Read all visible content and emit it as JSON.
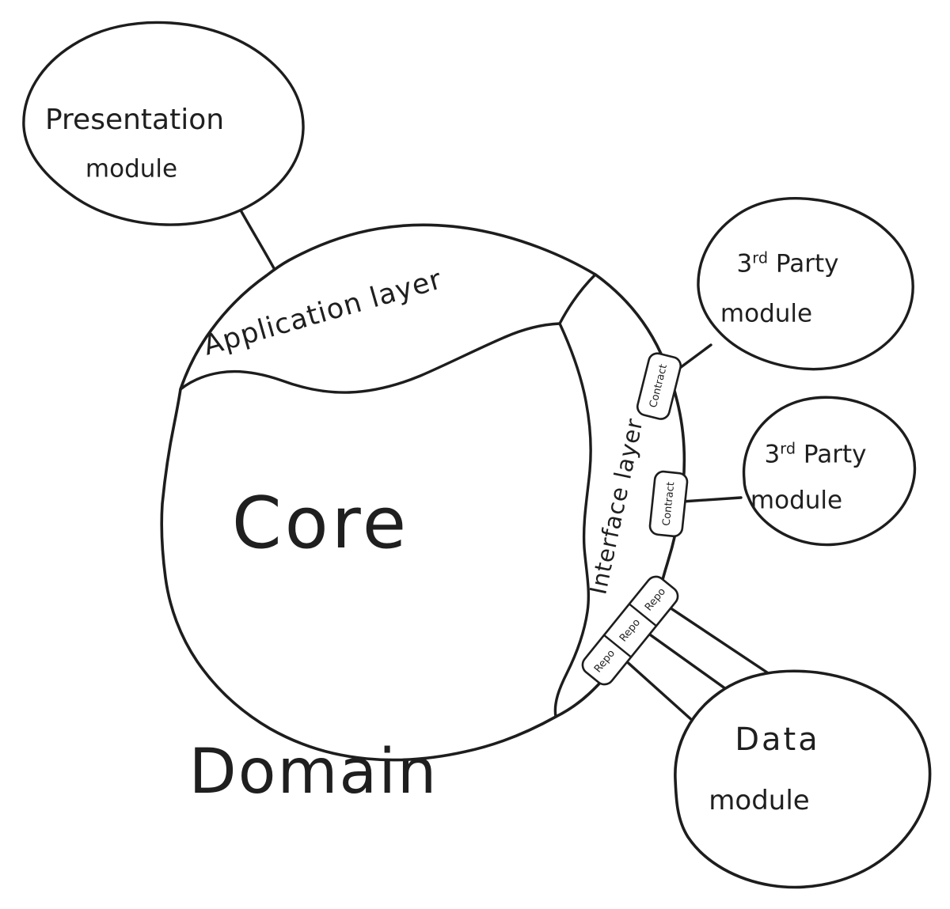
{
  "diagram": {
    "core": {
      "label": "Core"
    },
    "domain": {
      "label": "Domain"
    },
    "layers": {
      "application": {
        "label": "Application layer"
      },
      "interface": {
        "label": "Interface layer"
      }
    },
    "ports": {
      "contract_top": {
        "label": "Contract"
      },
      "contract_bottom": {
        "label": "Contract"
      },
      "repos": [
        {
          "label": "Repo"
        },
        {
          "label": "Repo"
        },
        {
          "label": "Repo"
        }
      ]
    },
    "modules": {
      "presentation": {
        "name": "Presentation",
        "type": "module"
      },
      "third_party_top": {
        "ordinal": "3",
        "suffix": "rd",
        "name": "Party",
        "type": "module"
      },
      "third_party_bottom": {
        "ordinal": "3",
        "suffix": "rd",
        "name": "Party",
        "type": "module"
      },
      "data": {
        "name": "Data",
        "type": "module"
      }
    },
    "colors": {
      "ink": "#1d1d1d",
      "paper": "#ffffff"
    }
  }
}
